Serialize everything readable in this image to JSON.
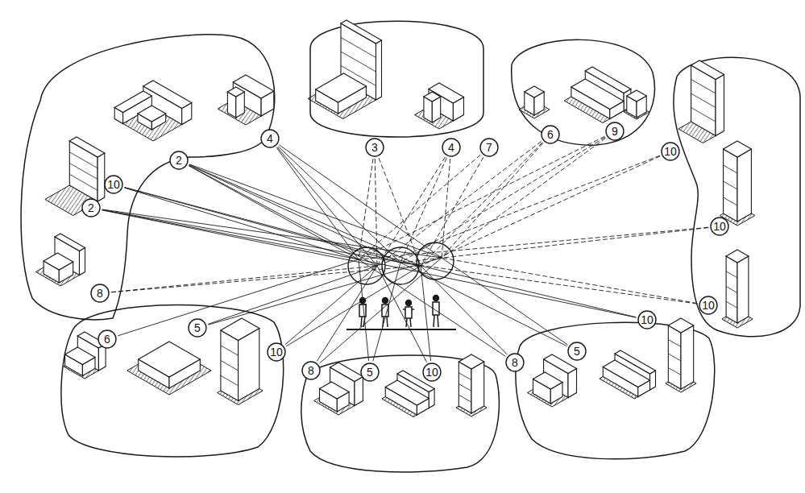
{
  "diagram": {
    "nodes": [
      {
        "text": [
          "4"
        ]
      },
      {
        "text": [
          "3"
        ]
      },
      {
        "text": [
          "4"
        ]
      },
      {
        "text": [
          "7"
        ]
      },
      {
        "text": [
          "6"
        ]
      },
      {
        "text": [
          "9"
        ]
      },
      {
        "text": [
          "10"
        ]
      },
      {
        "text": [
          "2"
        ]
      },
      {
        "text": [
          "10"
        ]
      },
      {
        "text": [
          "2"
        ]
      },
      {
        "text": [
          "10"
        ]
      },
      {
        "text": [
          "8"
        ]
      },
      {
        "text": [
          "10"
        ]
      },
      {
        "text": [
          "10"
        ]
      },
      {
        "text": [
          "5"
        ]
      },
      {
        "text": [
          "6"
        ]
      },
      {
        "text": [
          "10"
        ]
      },
      {
        "text": [
          "5"
        ]
      },
      {
        "text": [
          "8"
        ]
      },
      {
        "text": [
          "8"
        ]
      },
      {
        "text": [
          "5"
        ]
      },
      {
        "text": [
          "10"
        ]
      }
    ]
  }
}
